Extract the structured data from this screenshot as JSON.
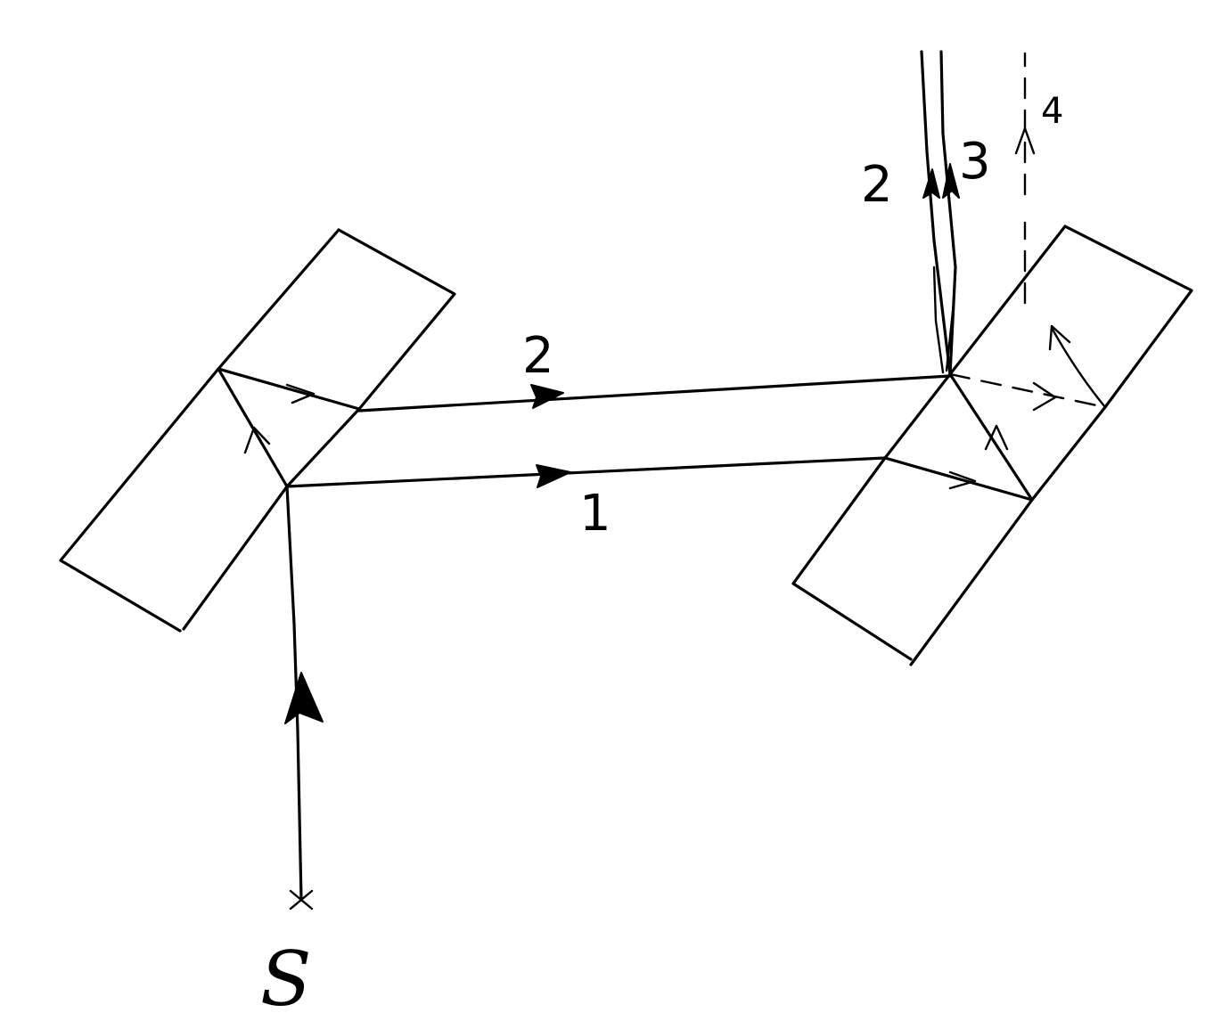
{
  "labels": {
    "beam_top_left": "2",
    "beam_bottom": "1",
    "out_2": "2",
    "out_3": "3",
    "out_4": "4",
    "source": "S"
  }
}
